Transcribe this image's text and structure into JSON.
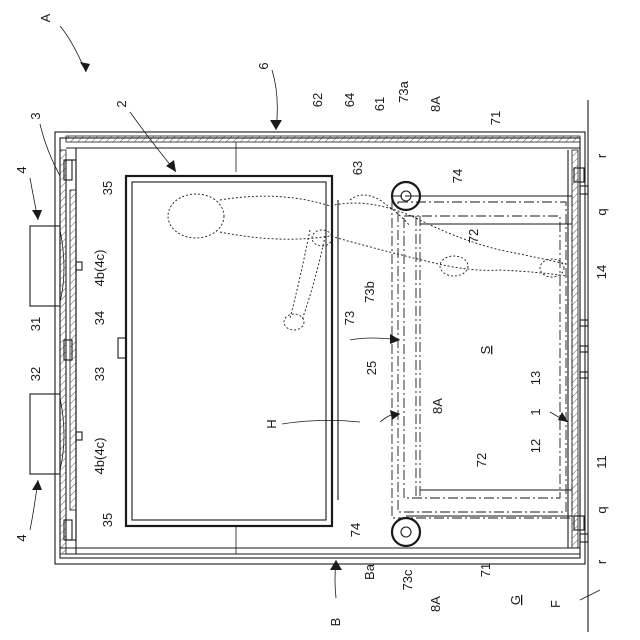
{
  "figure": {
    "labels": {
      "A": "A",
      "B": "B",
      "Ba": "Ba",
      "F": "F",
      "G": "G",
      "H": "H",
      "S": "S",
      "n1": "1",
      "n2": "2",
      "n3": "3",
      "n4_top": "4",
      "n4_bottom": "4",
      "n6": "6",
      "n11": "11",
      "n12": "12",
      "n13": "13",
      "n14": "14",
      "n25": "25",
      "n31": "31",
      "n32": "32",
      "n33": "33",
      "n34": "34",
      "n35_top": "35",
      "n35_bottom": "35",
      "n61": "61",
      "n62": "62",
      "n63": "63",
      "n64": "64",
      "n71_top": "71",
      "n71_bottom": "71",
      "n72_top": "72",
      "n72_bottom": "72",
      "n73": "73",
      "n73a": "73a",
      "n73b": "73b",
      "n73c": "73c",
      "n74_top": "74",
      "n74_bottom": "74",
      "n8A_top": "8A",
      "n8A_mid": "8A",
      "n8A_bottom": "8A",
      "n4b4c_top": "4b(4c)",
      "n4b4c_bottom": "4b(4c)",
      "q_top": "q",
      "q_bottom": "q",
      "r_top": "r",
      "r_bottom": "r"
    }
  }
}
